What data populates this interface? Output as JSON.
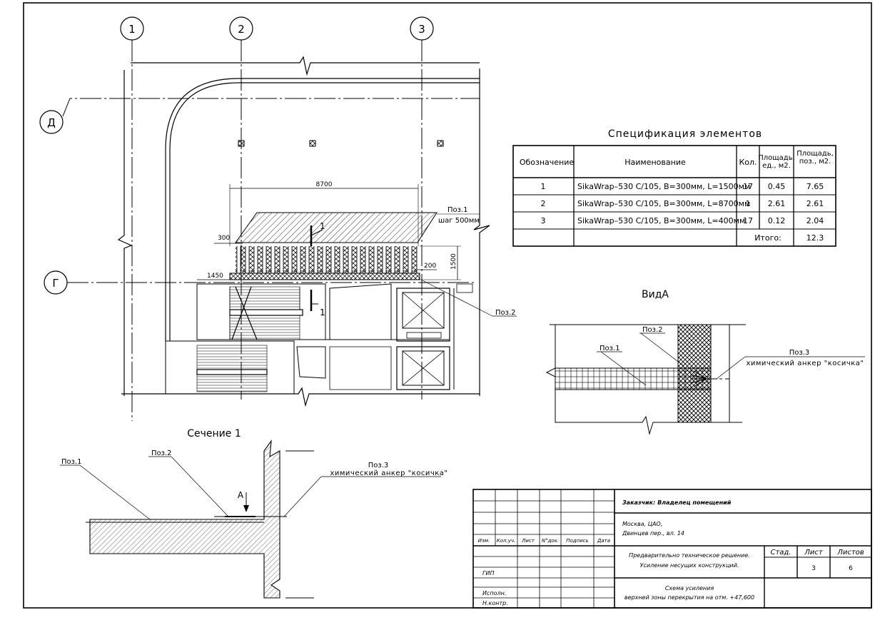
{
  "axes": {
    "col1": "1",
    "col2": "2",
    "col3": "3",
    "rowD": "Д",
    "rowG": "Г"
  },
  "dims": {
    "d8700": "8700",
    "d300": "300",
    "d1450": "1450",
    "d200": "200",
    "d1500": "1500"
  },
  "plan": {
    "poz1": "Поз.1",
    "poz1_step": "шаг 500мм",
    "poz2": "Поз.2",
    "cut_mark": "1"
  },
  "spec": {
    "title": "Спецификация элементов",
    "headers": [
      "Обозначение",
      "Наименование",
      "Кол.",
      "Площадь, ед., м2.",
      "Площадь, поз., м2."
    ],
    "rows": [
      [
        "1",
        "SikaWrap–530 C/105, B=300мм, L=1500мм",
        "17",
        "0.45",
        "7.65"
      ],
      [
        "2",
        "SikaWrap–530 C/105, B=300мм, L=8700мм",
        "1",
        "2.61",
        "2.61"
      ],
      [
        "3",
        "SikaWrap–530 C/105, B=300мм, L=400мм",
        "17",
        "0.12",
        "2.04"
      ]
    ],
    "total_label": "Итого:",
    "total_value": "12.3"
  },
  "viewA": {
    "title": "ВидА",
    "poz1": "Поз.1",
    "poz2": "Поз.2",
    "poz3": "Поз.3",
    "anchor": "химический анкер \"косичка\""
  },
  "section": {
    "title": "Сечение 1",
    "poz1": "Поз.1",
    "poz2": "Поз.2",
    "poz3": "Поз.3",
    "anchor": "химический анкер \"косичка\"",
    "mark": "А"
  },
  "stamp": {
    "col_headers": [
      "Изм.",
      "Кол.уч.",
      "Лист",
      "N°док.",
      "Подпись",
      "Дата"
    ],
    "gip": "ГИП",
    "ispoln": "Исполн.",
    "nkontr": "Н.контр.",
    "customer": "Заказчик: Владелец помещений",
    "address1": "Москва, ЦАО,",
    "address2": "Двинцев пер., вл. 14",
    "project1": "Предварительно техническое решение.",
    "project2": "Усиление несущих конструкций.",
    "sheet_title1": "Схема усиления",
    "sheet_title2": "верхней зоны перекрытия на отм. +47,600",
    "stage_label": "Стад.",
    "sheet_label": "Лист",
    "sheets_label": "Листов",
    "sheet_no": "3",
    "sheets_total": "6"
  }
}
